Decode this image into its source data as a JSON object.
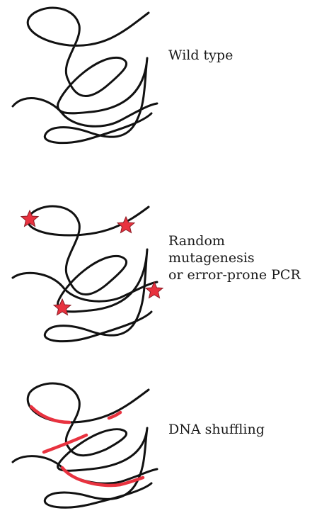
{
  "panels": [
    {
      "id": "wild-type",
      "label_lines": [
        "Wild type"
      ],
      "shading": "none"
    },
    {
      "id": "random-mutagenesis",
      "label_lines": [
        "Random",
        "mutagenesis",
        "or error-prone PCR"
      ],
      "shading": "point mutations",
      "mutation_count": 4,
      "mark_color": "#e8323f"
    },
    {
      "id": "dna-shuffling",
      "label_lines": [
        "DNA shuffling"
      ],
      "shading": "recombined segments",
      "mark_color": "#e8323f"
    }
  ],
  "strand_color": "#111111"
}
